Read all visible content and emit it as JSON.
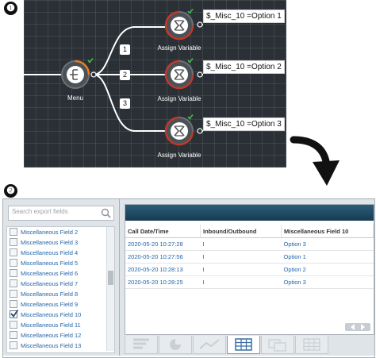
{
  "steps": {
    "one": "❶",
    "two": "❷"
  },
  "flow": {
    "menu_label": "Menu",
    "branches": [
      "1",
      "2",
      "3"
    ],
    "assign_label": "Assign Variable",
    "assignments": [
      "$_Misc_10 =Option 1",
      "$_Misc_10 =Option 2",
      "$_Misc_10 =Option 3"
    ]
  },
  "fields_panel": {
    "search_placeholder": "Search export fields",
    "fields": [
      {
        "label": "Miscellaneous Field 2",
        "checked": false
      },
      {
        "label": "Miscellaneous Field 3",
        "checked": false
      },
      {
        "label": "Miscellaneous Field 4",
        "checked": false
      },
      {
        "label": "Miscellaneous Field 5",
        "checked": false
      },
      {
        "label": "Miscellaneous Field 6",
        "checked": false
      },
      {
        "label": "Miscellaneous Field 7",
        "checked": false
      },
      {
        "label": "Miscellaneous Field 8",
        "checked": false
      },
      {
        "label": "Miscellaneous Field 9",
        "checked": false
      },
      {
        "label": "Miscellaneous Field 10",
        "checked": true
      },
      {
        "label": "Miscellaneous Field 11",
        "checked": false
      },
      {
        "label": "Miscellaneous Field 12",
        "checked": false
      },
      {
        "label": "Miscellaneous Field 13",
        "checked": false
      }
    ]
  },
  "table": {
    "columns": [
      "Call Date/Time",
      "Inbound/Outbound",
      "Miscellaneous Field 10"
    ],
    "rows": [
      [
        "2020-05-20 10:27:28",
        "I",
        "Option 3"
      ],
      [
        "2020-05-20 10:27:56",
        "I",
        "Option 1"
      ],
      [
        "2020-05-20 10:28:13",
        "I",
        "Option 2"
      ],
      [
        "2020-05-20 10:28:25",
        "I",
        "Option 3"
      ]
    ]
  },
  "view_tabs": [
    {
      "icon": "bar-chart-icon",
      "active": false
    },
    {
      "icon": "pie-chart-icon",
      "active": false
    },
    {
      "icon": "line-chart-icon",
      "active": false
    },
    {
      "icon": "table-icon",
      "active": true
    },
    {
      "icon": "pivot-table-icon",
      "active": false
    },
    {
      "icon": "grid-icon",
      "active": false
    }
  ],
  "colors": {
    "canvas": "#2a3035",
    "link": "#2464a8",
    "node_ring": "#c0392b",
    "check": "#3fbf3f",
    "header_bar": "#1e4a66"
  }
}
